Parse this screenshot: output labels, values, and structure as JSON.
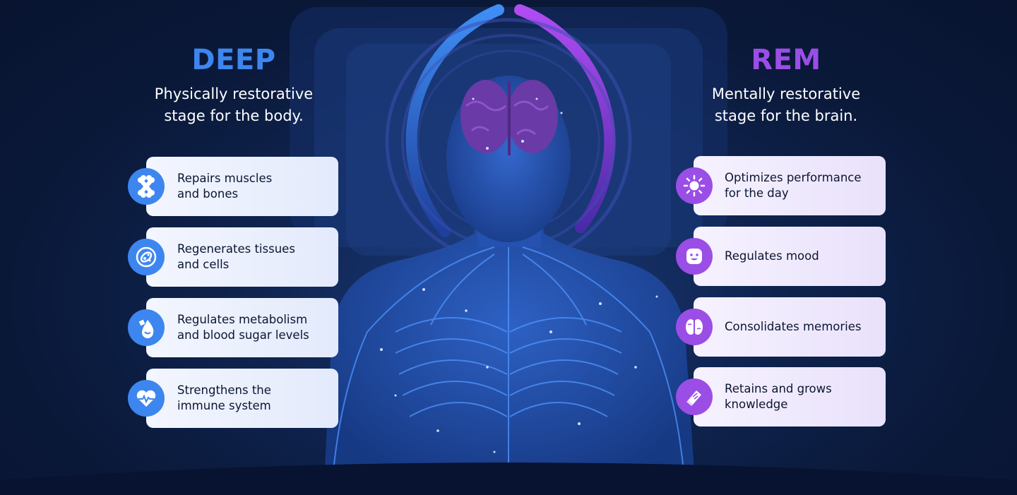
{
  "deep": {
    "title": "DEEP",
    "subtitle": "Physically restorative\nstage for the body.",
    "color": "#3d86f0",
    "items": [
      {
        "label": "Repairs muscles\nand bones",
        "icon": "bone-icon"
      },
      {
        "label": "Regenerates tissues\nand cells",
        "icon": "cell-icon"
      },
      {
        "label": "Regulates metabolism\nand blood sugar levels",
        "icon": "sugar-drop-icon"
      },
      {
        "label": "Strengthens the\nimmune system",
        "icon": "heart-pulse-icon"
      }
    ]
  },
  "rem": {
    "title": "REM",
    "subtitle": "Mentally restorative\nstage for the brain.",
    "color": "#9a4ee6",
    "items": [
      {
        "label": "Optimizes performance\nfor the day",
        "icon": "sun-icon"
      },
      {
        "label": "Regulates mood",
        "icon": "smiley-icon"
      },
      {
        "label": "Consolidates memories",
        "icon": "brain-icon"
      },
      {
        "label": "Retains and grows\nknowledge",
        "icon": "book-icon"
      }
    ]
  }
}
